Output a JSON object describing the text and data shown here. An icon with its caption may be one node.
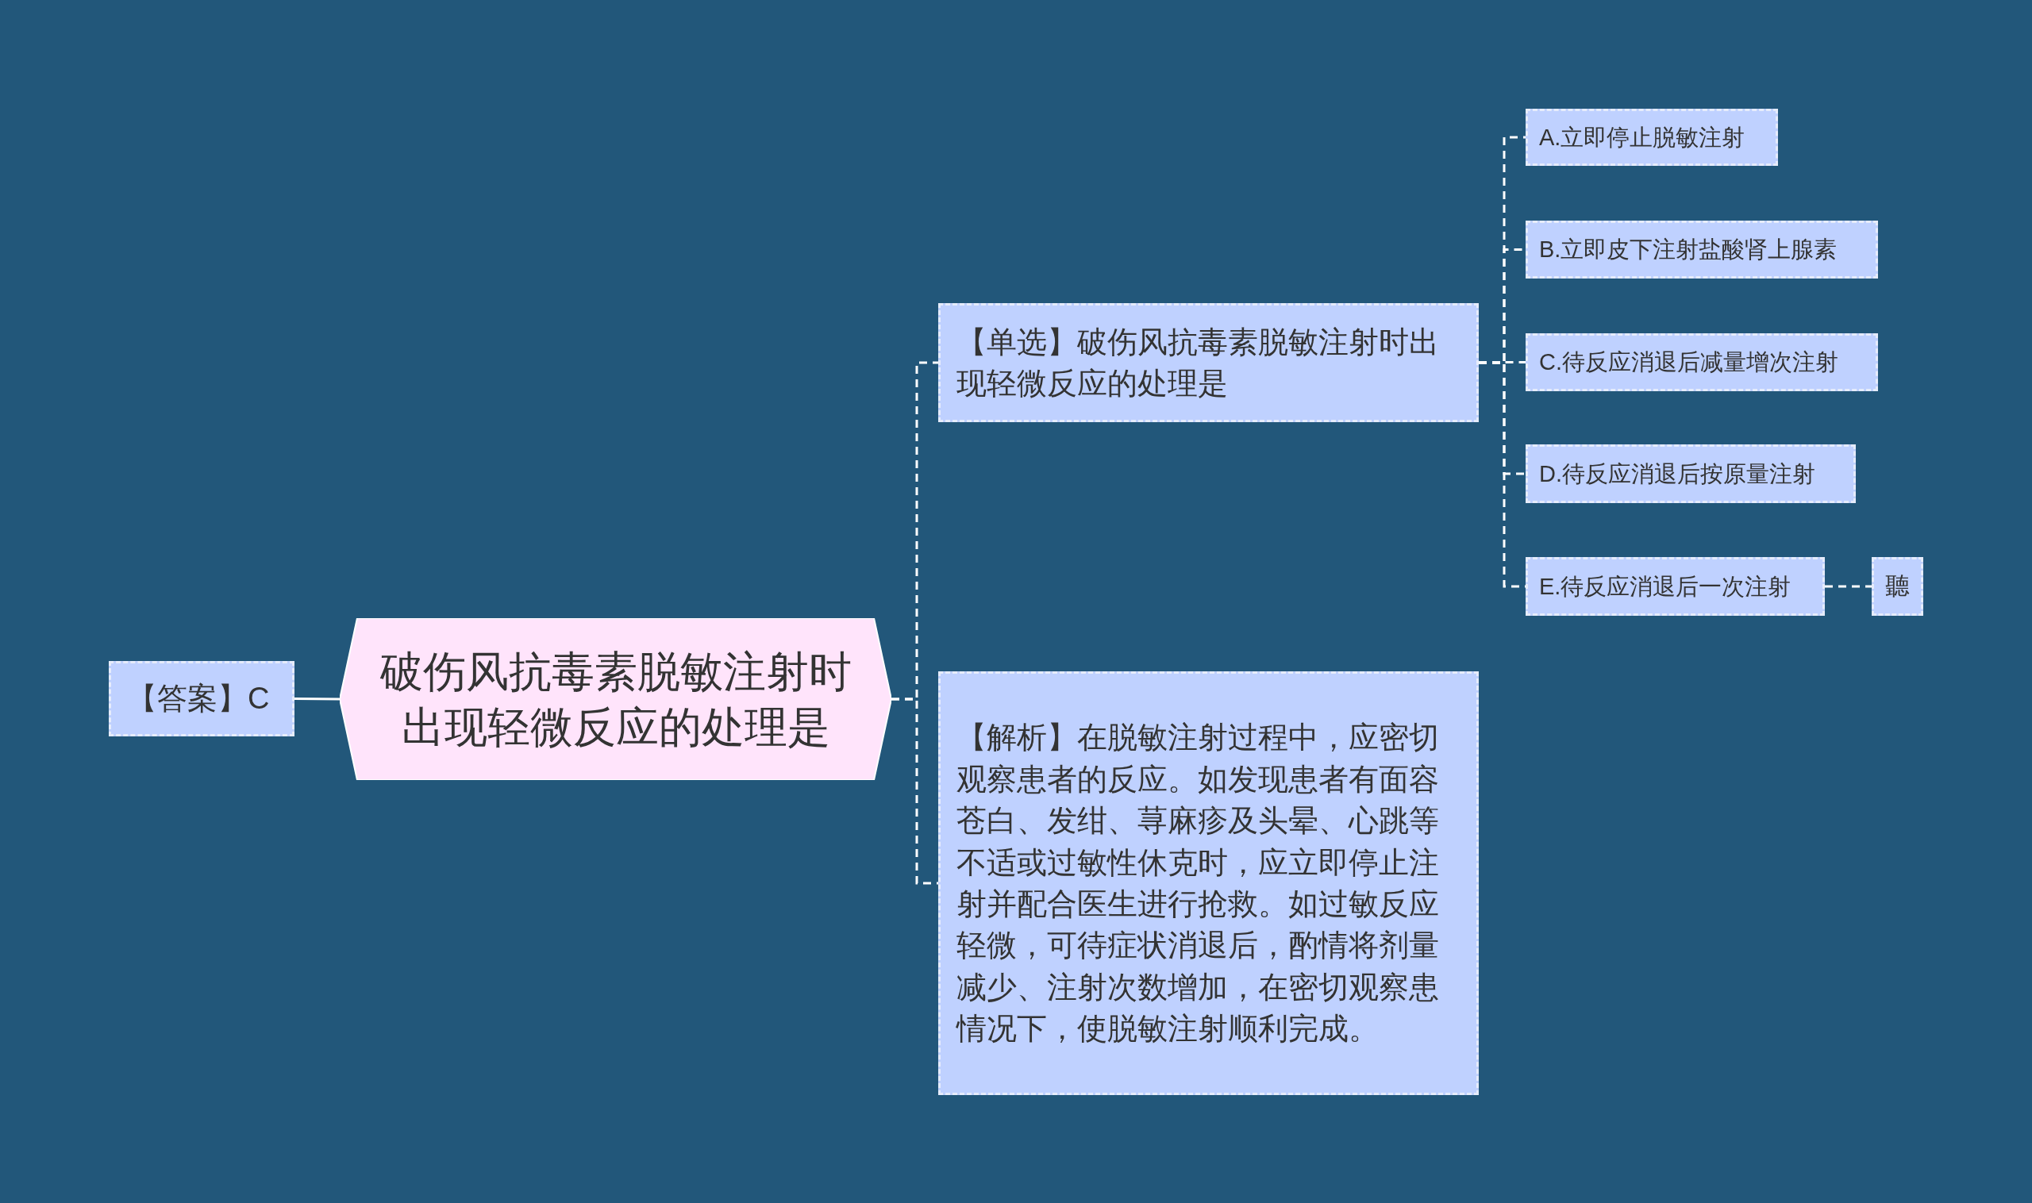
{
  "diagram": {
    "nodes": [
      {
        "text": [
          "破伤风抗毒素脱敏注射时出现轻微反应的处理是"
        ]
      },
      {
        "text": [
          "【答案】C"
        ]
      },
      {
        "text": [
          "【单选】破伤风抗毒素脱敏注射时出现轻微反应的处理是"
        ]
      },
      {
        "text": [
          "【解析】在脱敏注射过程中，应密切观察患者的反应。如发现患者有面容苍白、发绀、荨麻疹及头晕、心跳等不适或过敏性休克时，应立即停止注射并配合医生进行抢救。如过敏反应轻微，可待症状消退后，酌情将剂量减少、注射次数增加，在密切观察患情况下，使脱敏注射顺利完成。"
        ]
      },
      {
        "text": [
          "A.立即停止脱敏注射"
        ]
      },
      {
        "text": [
          "B.立即皮下注射盐酸肾上腺素"
        ]
      },
      {
        "text": [
          "C.待反应消退后减量增次注射"
        ]
      },
      {
        "text": [
          "D.待反应消退后按原量注射"
        ]
      },
      {
        "text": [
          "E.待反应消退后一次注射"
        ]
      },
      {
        "text": [
          "聽"
        ]
      }
    ],
    "edges": [
      {
        "from": 0,
        "to": 1,
        "arrow": "none"
      },
      {
        "from": 0,
        "to": 2,
        "arrow": "none",
        "style": "dashed"
      },
      {
        "from": 0,
        "to": 3,
        "arrow": "none",
        "style": "dashed"
      },
      {
        "from": 2,
        "to": 4,
        "arrow": "none",
        "style": "dashed"
      },
      {
        "from": 2,
        "to": 5,
        "arrow": "none",
        "style": "dashed"
      },
      {
        "from": 2,
        "to": 6,
        "arrow": "none",
        "style": "dashed"
      },
      {
        "from": 2,
        "to": 7,
        "arrow": "none",
        "style": "dashed"
      },
      {
        "from": 2,
        "to": 8,
        "arrow": "none",
        "style": "dashed"
      },
      {
        "from": 8,
        "to": 9,
        "arrow": "none",
        "style": "dashed"
      }
    ]
  }
}
